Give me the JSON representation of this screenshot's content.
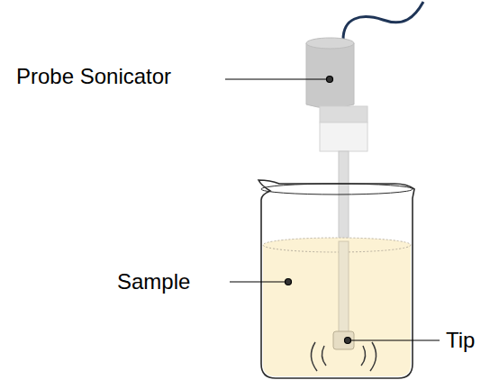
{
  "diagram": {
    "labels": [
      "Probe Sonicator",
      "Sample",
      "Tip"
    ]
  }
}
